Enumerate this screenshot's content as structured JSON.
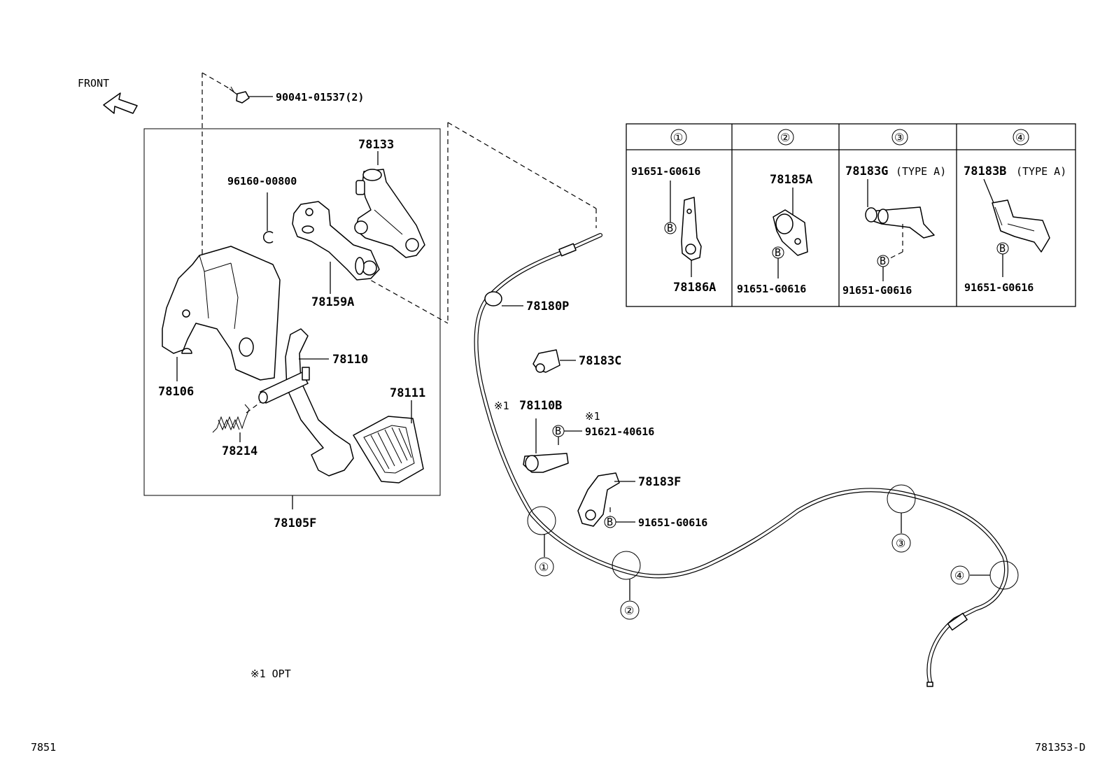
{
  "front_label": "FRONT",
  "parts": {
    "bolt": "90041-01537(2)",
    "p78133": "78133",
    "p96160": "96160-00800",
    "p78159A": "78159A",
    "p78106": "78106",
    "p78110": "78110",
    "p78111": "78111",
    "p78214": "78214",
    "p78105F": "78105F",
    "p78180P": "78180P",
    "p78183C": "78183C",
    "p78110B": "78110B",
    "opt_mark_1": "※1",
    "opt_mark_2": "※1",
    "p91621": "91621-40616",
    "p78183F": "78183F",
    "p91651_f": "91651-G0616"
  },
  "table": {
    "columns": [
      "①",
      "②",
      "③",
      "④"
    ],
    "cells": [
      {
        "top": "91651-G0616",
        "bottom": "78186A"
      },
      {
        "top": "78185A",
        "bottom": "91651-G0616"
      },
      {
        "top_pn": "78183G",
        "top_type": "(TYPE A)",
        "bottom": "91651-G0616"
      },
      {
        "top_pn": "78183B",
        "top_type": "(TYPE A)",
        "bottom": "91651-G0616"
      }
    ]
  },
  "callouts": [
    "①",
    "②",
    "③",
    "④"
  ],
  "bolt_symbol": "B",
  "footnote": "※1 OPT",
  "page_left": "7851",
  "page_right": "781353-D"
}
